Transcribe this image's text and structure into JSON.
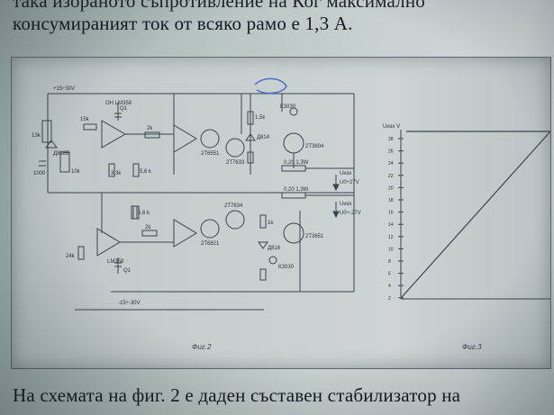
{
  "text": {
    "line_top": "така изораното съпротивление на Ког максимално",
    "line_2": "консумираният ток от всяко рамо е 1,3 А.",
    "line_bottom": "На схемата на фиг. 2 е даден съставен стабилизатор на"
  },
  "schematic": {
    "supply_pos": "+15÷30V",
    "supply_neg": "-15÷-30V",
    "opamp_top": "ОН LM358",
    "opamp_bottom": "LM358",
    "r_15k": "15k",
    "r_2k_a": "2k",
    "r_2k_b": "2k",
    "r_13k": "13k",
    "r_3_3k": "3,3k",
    "r_5_6k_a": "5,6 k",
    "r_5_6k_b": "5,6 k",
    "r_15k_b": "1,5k",
    "r_24k": "24k",
    "r_10k": "10k",
    "r_1k": "1k",
    "c_q1_a": "Q1",
    "c_q1_b": "Q1",
    "c_1000": "1000",
    "diode_top": "Д818Е",
    "diode_d814": "Д814",
    "diode_d816": "Д816",
    "led_top": "КЗ030",
    "led_bottom": "КЗ030",
    "t_top_1": "2Т6551",
    "t_top_2": "2Т7633",
    "t_top_3": "2Т3604",
    "t_bot_1": "2Т6821",
    "t_bot_2": "2Т7634",
    "t_bot_3": "2Т3651",
    "r_out_top": "0,20 1,3W",
    "r_out_bot": "0,20 1,3W",
    "out_top": "U0÷27V",
    "out_bot": "U0÷-27V",
    "out_top_name": "Uизх",
    "out_bot_name": "Uизх",
    "fig_caption": "Фиг.2"
  },
  "graph": {
    "y_title": "Uизх V",
    "ticks": [
      "28",
      "26",
      "24",
      "22",
      "20",
      "18",
      "16",
      "14",
      "12",
      "10",
      "8",
      "6",
      "4",
      "2"
    ],
    "fig_caption": "Фиг.3"
  }
}
